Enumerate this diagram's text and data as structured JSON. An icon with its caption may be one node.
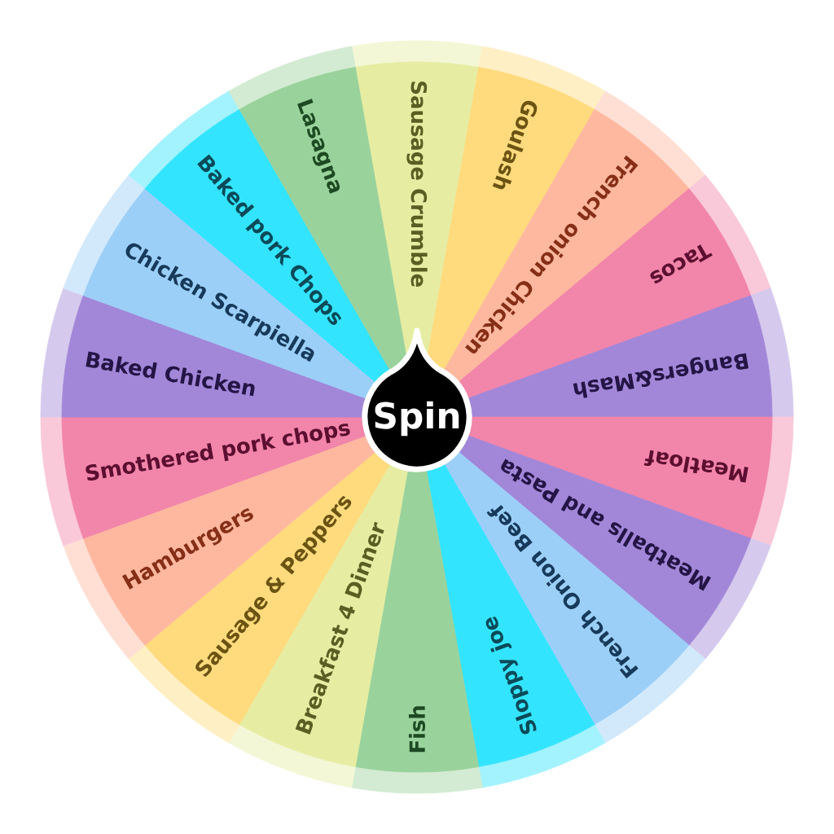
{
  "diagram": {
    "nodes": [
      {
        "text": [
          "Sausage Crumble"
        ]
      },
      {
        "text": [
          "Goulash"
        ]
      },
      {
        "text": [
          "French onion Chicken"
        ]
      },
      {
        "text": [
          "Tacos"
        ]
      },
      {
        "text": [
          "Bangers&Mash"
        ]
      },
      {
        "text": [
          "Meatloaf"
        ]
      },
      {
        "text": [
          "Meatballs and Pasta"
        ]
      },
      {
        "text": [
          "French Onion Beef"
        ]
      },
      {
        "text": [
          "Sloppy joe"
        ]
      },
      {
        "text": [
          "Fish"
        ]
      },
      {
        "text": [
          "Breakfast 4 Dinner"
        ]
      },
      {
        "text": [
          "Sausage & Peppers"
        ]
      },
      {
        "text": [
          "Hamburgers"
        ]
      },
      {
        "text": [
          "Smothered pork chops"
        ]
      },
      {
        "text": [
          "Baked Chicken"
        ]
      },
      {
        "text": [
          "Chicken Scarpiella"
        ]
      },
      {
        "text": [
          "Baked pork Chops"
        ]
      },
      {
        "text": [
          "Lasagna"
        ]
      },
      {
        "text": [
          "Spin"
        ]
      }
    ]
  }
}
